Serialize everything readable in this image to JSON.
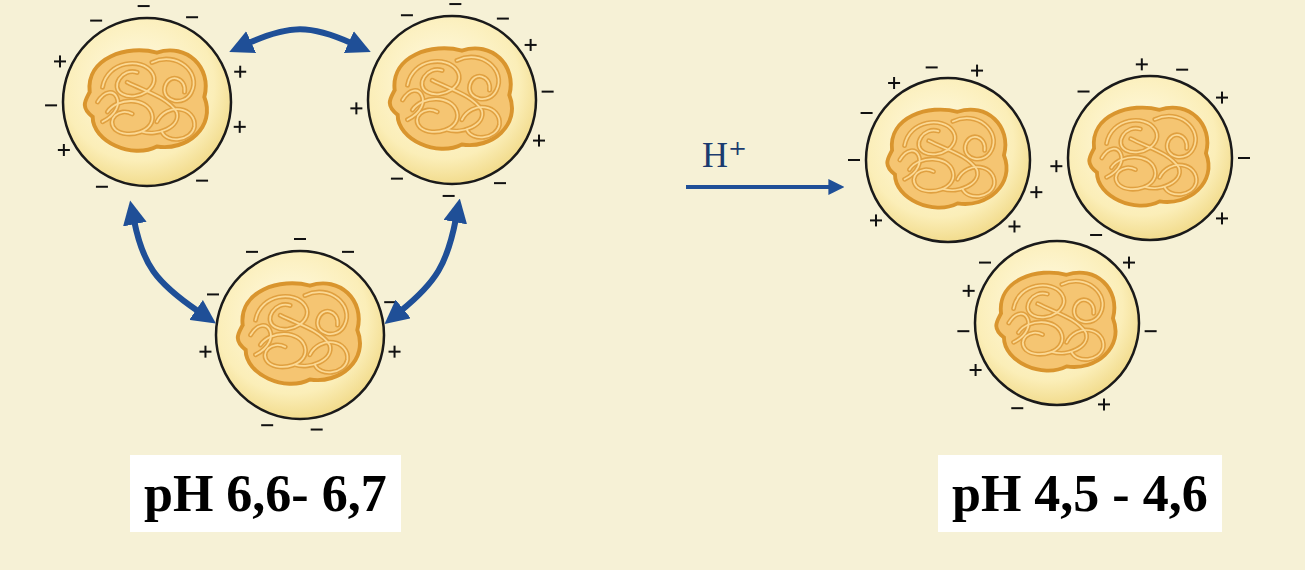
{
  "diagram": {
    "labels": [
      "pH 6,6- 6,7",
      "H⁺",
      "pH 4,5 - 4,6"
    ]
  }
}
